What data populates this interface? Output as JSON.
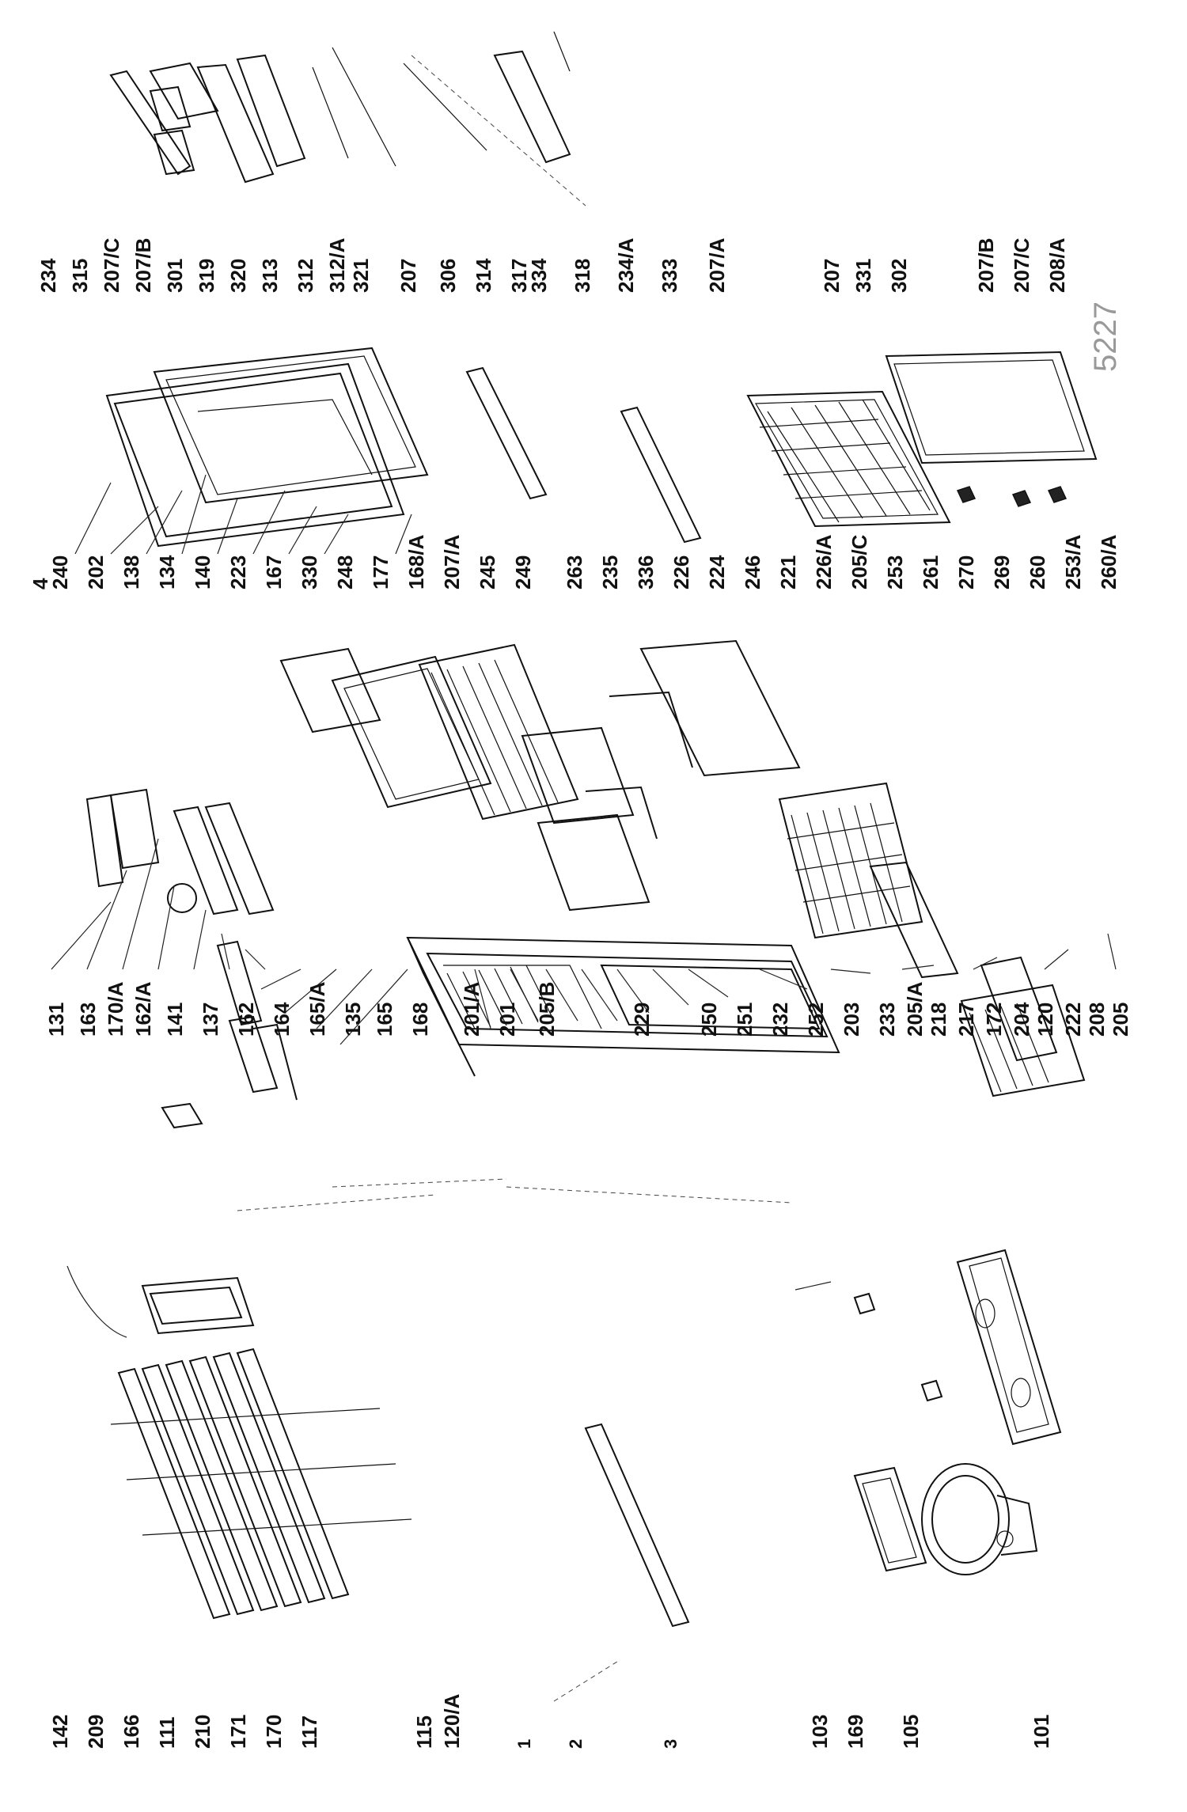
{
  "diagram": {
    "stamp": "5227",
    "columns": [
      {
        "id": "col-top-left",
        "labels": [
          "4",
          "240",
          "202",
          "138",
          "134",
          "140",
          "223",
          "167",
          "330",
          "248",
          "177",
          "168/A",
          "207/A",
          "245",
          "249"
        ]
      },
      {
        "id": "col-top-mid",
        "labels": [
          "263",
          "235",
          "336",
          "226",
          "224",
          "246",
          "221",
          "226/A",
          "205/C",
          "253",
          "261",
          "270",
          "269",
          "260",
          "253/A",
          "260/A"
        ]
      },
      {
        "id": "col-top-right",
        "labels": [
          "234",
          "315",
          "207/C",
          "207/B",
          "301",
          "319",
          "320",
          "313",
          "312",
          "312/A",
          "321",
          "207",
          "306",
          "314",
          "317",
          "334",
          "318",
          "234/A",
          "333",
          "207/A",
          "207",
          "331",
          "302",
          "207/B",
          "207/C",
          "208/A"
        ]
      },
      {
        "id": "col-middle",
        "labels": [
          "131",
          "163",
          "170/A",
          "162/A",
          "141",
          "137",
          "162",
          "164",
          "165/A",
          "135",
          "165",
          "168",
          "201/A",
          "201",
          "205/B",
          "229",
          "250",
          "251",
          "232",
          "252",
          "203",
          "233",
          "205/A",
          "218",
          "217",
          "172",
          "204",
          "120",
          "222",
          "208",
          "205"
        ]
      },
      {
        "id": "col-bottom",
        "labels": [
          "142",
          "209",
          "166",
          "111",
          "210",
          "171",
          "170",
          "117",
          "115",
          "120/A",
          "1",
          "2",
          "3",
          "103",
          "169",
          "105",
          "101"
        ]
      }
    ]
  }
}
